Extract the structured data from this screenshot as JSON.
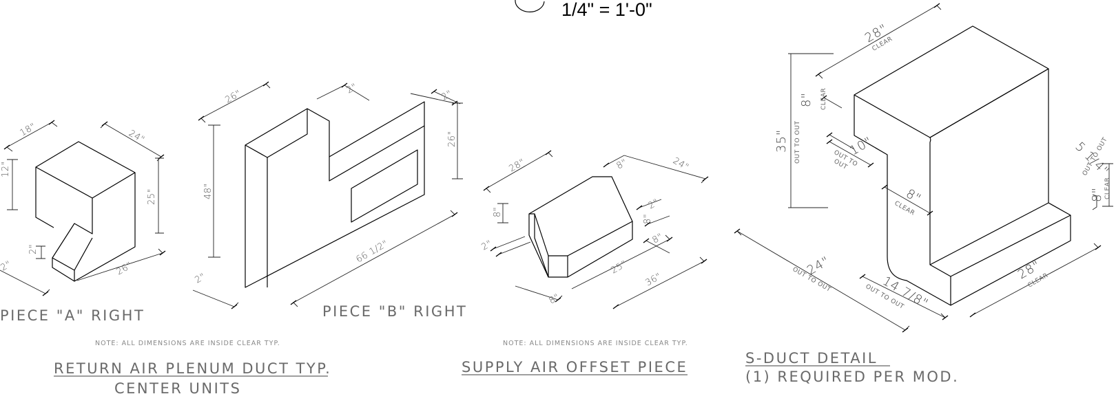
{
  "header": {
    "scale": "1/4\" = 1'-0\""
  },
  "views": {
    "piece_a": {
      "title": "PIECE \"A\" RIGHT",
      "dims": {
        "w": "18\"",
        "d": "24\"",
        "h": "12\"",
        "side": "25\"",
        "bottom": "26\"",
        "b1": "2\"",
        "b2": "2\""
      }
    },
    "piece_b": {
      "title": "PIECE \"B\" RIGHT",
      "dims": {
        "top": "26\"",
        "notch": "2\"",
        "right": "2\"",
        "height": "48\"",
        "side": "26\"",
        "length": "66 1/2\"",
        "bottom": "2\""
      }
    },
    "supply": {
      "dims": {
        "top": "28\"",
        "w2": "8\"",
        "right_top": "24\"",
        "left_h": "8\"",
        "left_b": "2\"",
        "r1": "2\"",
        "r2": "8\"",
        "r3": "8\"",
        "bottom1": "8\"",
        "bottom2": "25\"",
        "bottom3": "36\""
      }
    },
    "sduct": {
      "dims": {
        "top": "28\"",
        "top_note": "CLEAR",
        "clear8": "8\"",
        "clear8_note": "CLEAR",
        "height": "35\"",
        "height_note": "OUT TO OUT",
        "ten": "10\"",
        "ten_note1": "OUT TO",
        "ten_note2": "OUT",
        "mid8": "8\"",
        "mid8_note": "CLEAR",
        "right_frac": "5 1/4\"",
        "right_note": "OUT TO OUT",
        "right8": "8\"",
        "right8_note": "CLEAR",
        "bottom24": "24\"",
        "bottom24_note": "OUT TO OUT",
        "bottom14": "14 7/8\"",
        "bottom14_note": "OUT TO OUT",
        "bottom28": "28\"",
        "bottom28_note": "CLEAR"
      }
    }
  },
  "notes": {
    "left": "NOTE: ALL DIMENSIONS ARE INSIDE CLEAR TYP.",
    "middle": "NOTE: ALL DIMENSIONS ARE INSIDE CLEAR TYP."
  },
  "titles": {
    "return_air": "RETURN AIR PLENUM DUCT TYP.",
    "center_units": "CENTER UNITS",
    "supply_air": "SUPPLY AIR OFFSET PIECE",
    "s_duct": "S-DUCT DETAIL",
    "required": "(1) REQUIRED PER MOD."
  }
}
